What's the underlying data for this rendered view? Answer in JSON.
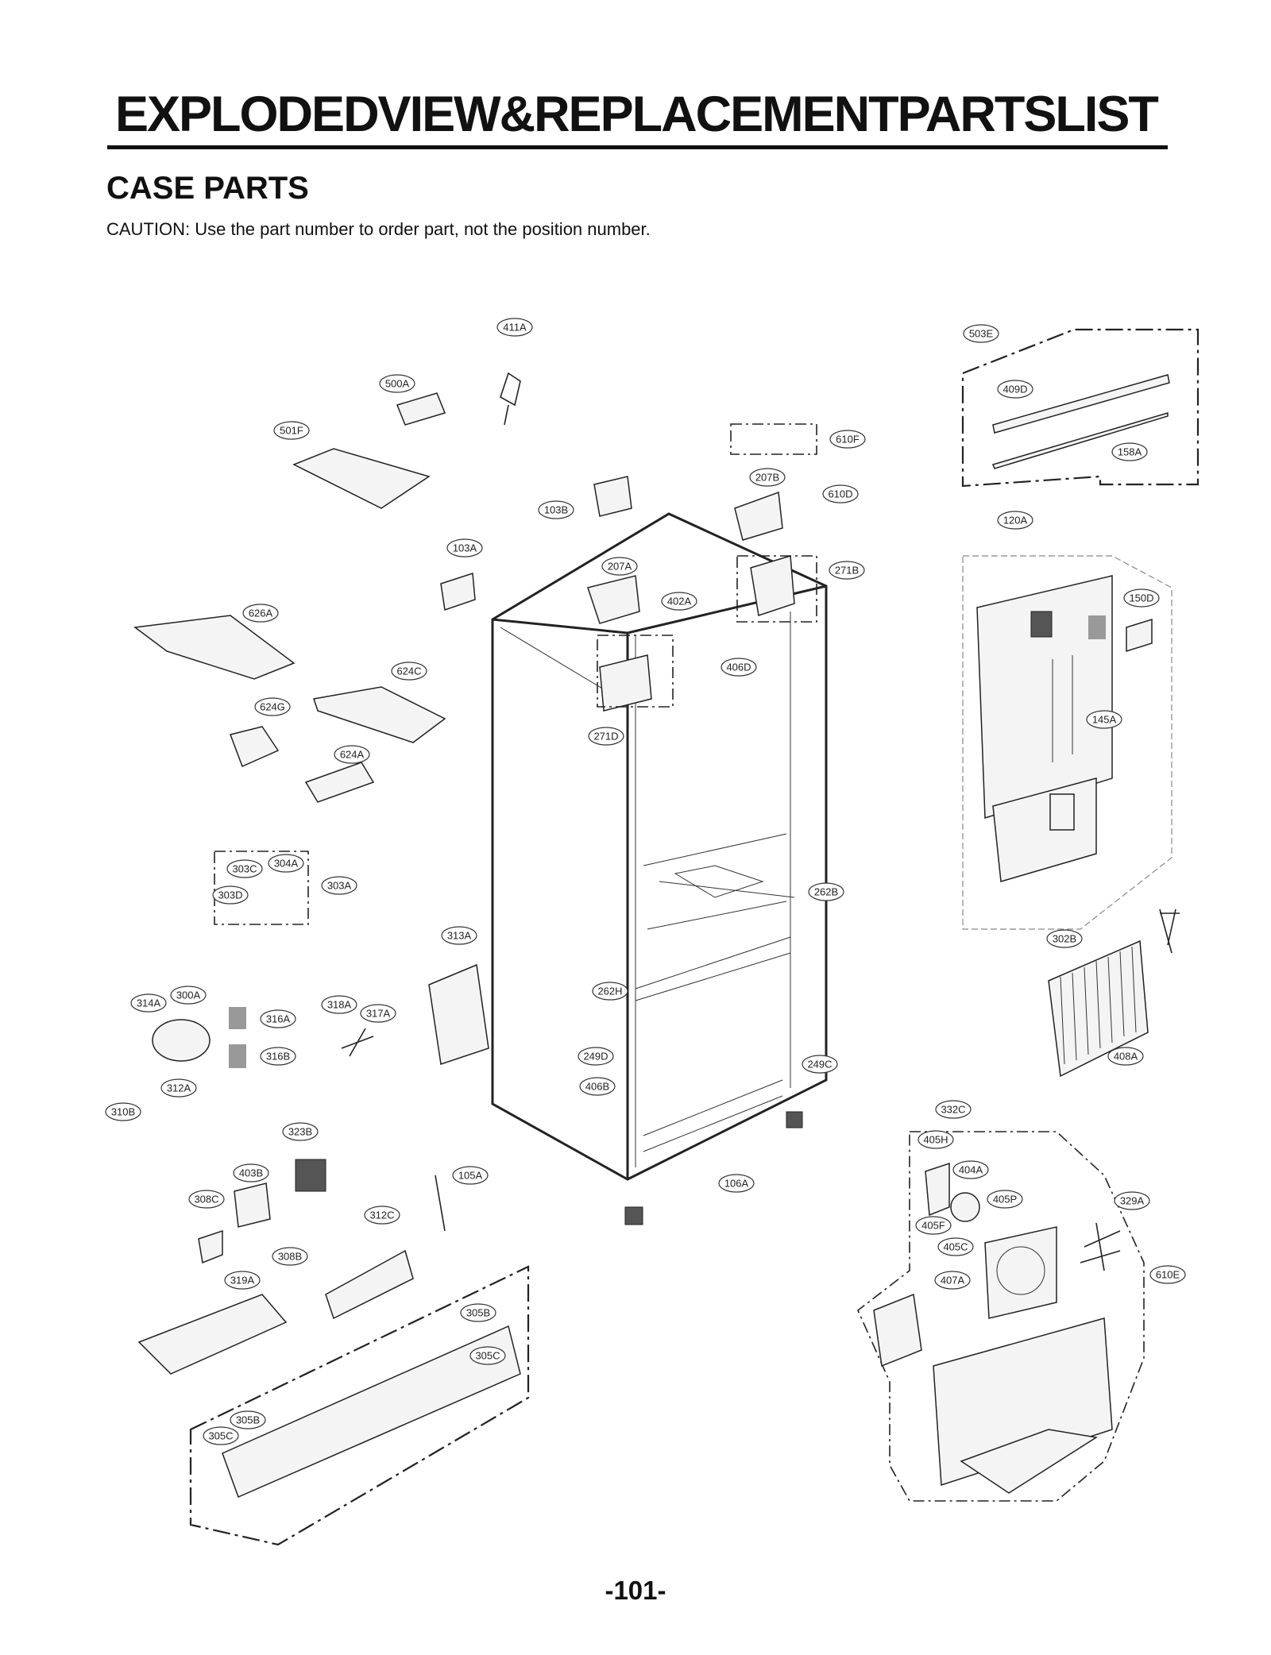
{
  "page": {
    "title": "EXPLODEDVIEW&REPLACEMENTPARTSLIST",
    "section": "CASE PARTS",
    "caution": "CAUTION: Use the part number to order part, not the position number.",
    "page_number": "-101-"
  },
  "callouts": [
    "411A",
    "500A",
    "501F",
    "503E",
    "409D",
    "158A",
    "610F",
    "207B",
    "610D",
    "103B",
    "120A",
    "103A",
    "207A",
    "271B",
    "402A",
    "150D",
    "626A",
    "406D",
    "624C",
    "271D",
    "145A",
    "624G",
    "624A",
    "304A",
    "303C",
    "303A",
    "303D",
    "262B",
    "313A",
    "302B",
    "262H",
    "314A",
    "300A",
    "318A",
    "317A",
    "316A",
    "316B",
    "249D",
    "249C",
    "408A",
    "312A",
    "406B",
    "310B",
    "323B",
    "332C",
    "405H",
    "404A",
    "403B",
    "105A",
    "106A",
    "308C",
    "405P",
    "329A",
    "405F",
    "312C",
    "405C",
    "308B",
    "407A",
    "610E",
    "319A",
    "305B",
    "305C",
    "305B",
    "305C"
  ]
}
